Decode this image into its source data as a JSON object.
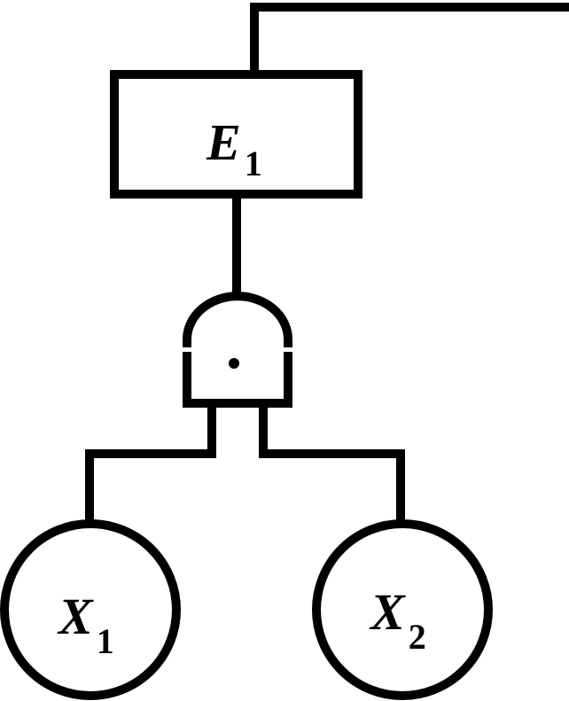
{
  "diagram": {
    "type": "fault-tree",
    "top_event": {
      "letter": "E",
      "subscript": "1"
    },
    "gate": {
      "kind": "AND",
      "symbol": "•"
    },
    "basic_events": [
      {
        "letter": "X",
        "subscript": "1"
      },
      {
        "letter": "X",
        "subscript": "2"
      }
    ],
    "colors": {
      "stroke": "#000000",
      "background": "#ffffff"
    }
  }
}
